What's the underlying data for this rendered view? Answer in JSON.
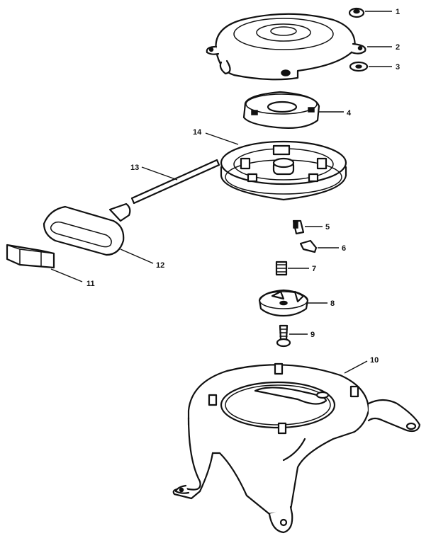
{
  "callouts": [
    {
      "id": "nut",
      "label": "1"
    },
    {
      "id": "cover",
      "label": "2"
    },
    {
      "id": "washer",
      "label": "3"
    },
    {
      "id": "spring-housing",
      "label": "4"
    },
    {
      "id": "spring",
      "label": "5"
    },
    {
      "id": "pawl",
      "label": "6"
    },
    {
      "id": "small-spring",
      "label": "7"
    },
    {
      "id": "ratchet",
      "label": "8"
    },
    {
      "id": "screw",
      "label": "9"
    },
    {
      "id": "housing",
      "label": "10"
    },
    {
      "id": "insert",
      "label": "11"
    },
    {
      "id": "handle",
      "label": "12"
    },
    {
      "id": "rope",
      "label": "13"
    },
    {
      "id": "pulley",
      "label": "14"
    }
  ]
}
